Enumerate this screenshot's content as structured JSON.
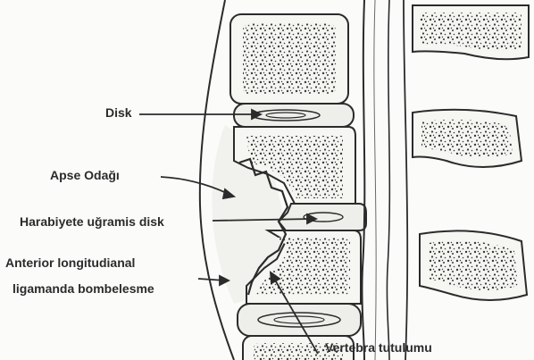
{
  "labels": {
    "disk": "Disk",
    "apse": "Apse Odağı",
    "harabiyete": "Harabiyete uğramis disk",
    "anterior_line1": "Anterior longitudianal",
    "anterior_line2": "ligamanda  bombelesme",
    "vertebra": "Vertebra tutulumu"
  },
  "colors": {
    "ink": "#2b2b2b",
    "bone_fill": "#f6f6f3",
    "disc_fill": "#eeeeea",
    "background": "#fbfbfa"
  }
}
